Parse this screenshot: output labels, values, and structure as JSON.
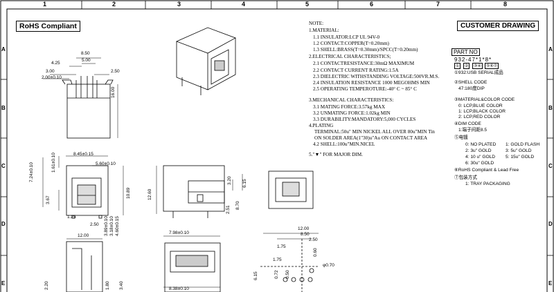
{
  "border": {
    "columns": [
      "1",
      "2",
      "3",
      "4",
      "5",
      "6",
      "7",
      "8"
    ],
    "rows": [
      "A",
      "B",
      "C",
      "D",
      "E"
    ]
  },
  "labels": {
    "rohs": "RoHS Compliant",
    "customer": "CUSTOMER DRAWING"
  },
  "notes": [
    "NOTE:",
    "1.MATERIAL:",
    "  1.1 INSULATOR:LCP UL 94V-0",
    "  1.2 CONTACT:COPPER(T=0.20mm)",
    "  1.3 SHELL:BRASS(T=0.30mm)/SPCC(T=0.20mm)",
    "2.ELECTRICAL CHARACTERISTICS;",
    "  2.1 CONTACTRESISTANCE:30mΩ MAXIMUM",
    "  2.2 CONTACT CURRENT RATING:1.5A",
    "  2.3 DIELECTRIC WITHSTANDING VOLTAGE:500VR.M.S.",
    "  2.4 INSULATION RESISTANCE 1000 MEGOHMS MIN",
    "  2.5 OPERATING TEMPEROTURE:-40° C ~ 85° C",
    "3.MECHANICAL CHARACTERISTICS:",
    "  3.1 MATING FORCE:3.57kg MAX",
    "  3.2 UNMATING FORCE:1.02kg MIN",
    "  3.3 DURABILITY:MANDATORY:5,000 CYCLES",
    "4.PLATING",
    "  TERMINAL:50u\" MIN NICKEL ALL OVER 80u\"MIN Tin",
    "  ON SOLDER AREA(1\"30)u\"Au ON CONTACT AREA",
    "  4.2 SHELL:100u\"MIN.NICEL",
    "5.\"▼\" FOR MAJOR DIM."
  ],
  "part_no": {
    "title": "PART NO",
    "number": "932-47*1*8*",
    "digits": [
      "①",
      "②",
      "③④",
      "⑤⑥⑦"
    ],
    "items": [
      "①932:USB SERIAL成品",
      "②SHELL CODE",
      "47:180度DIP",
      "③MATERIAL&COLOR CODE",
      "0: LCP,BLUE COLOR",
      "1: LCP,BLACK COLOR",
      "2: LCP,RED COLOR",
      "④DIM CODE",
      "1:端子间距8.5",
      "⑤电镀",
      "⑥RoHS Compliant & Lead Free",
      "⑦包装方式",
      "1: TRAY PACKAGING"
    ],
    "plating": [
      [
        "0: NO PLATED",
        "1: GOLD FLASH"
      ],
      [
        "2: 3u\" GOLD",
        "3: 5u\" GOLD"
      ],
      [
        "4: 10 u\" GOLD",
        "5: 15u\" GOLD"
      ],
      [
        "6: 30u\" GOLD",
        ""
      ]
    ]
  },
  "dims": {
    "top_850": "8.50",
    "top_425": "4.25",
    "top_500": "5.00",
    "top_300": "3.00",
    "top_250": "2.50",
    "top_200": "2.00±0.10",
    "side_1600": "16.00",
    "f_845": "8.45±0.15",
    "f_560": "5.60±0.10",
    "f_724": "7.24±0.10",
    "f_161": "1.61±0.10",
    "f_367": "3.67",
    "f_125": "1.25",
    "f_250": "2.50",
    "f_389": "3.89±0.10",
    "f_318": "3.18±0.10",
    "f_460": "4.60±0.15",
    "f_1089": "10.89",
    "s_1260": "12.60",
    "s_320": "3.20",
    "s_615": "6.15",
    "s_251": "2.51",
    "s_870": "8.70",
    "b_1200": "12.00",
    "b_220": "2.20",
    "b_180": "1.80",
    "b_340": "3.40",
    "t_798": "7.98±0.10",
    "t_838": "8.38±0.10",
    "p_1200": "12.00",
    "p_850": "8.50",
    "p_250": "2.50",
    "p_175a": "1.75",
    "p_175b": "1.75",
    "p_060": "0.60",
    "p_070": "φ0.70",
    "p_615": "6.15",
    "p_072": "0.72",
    "p_050": "0.50"
  }
}
